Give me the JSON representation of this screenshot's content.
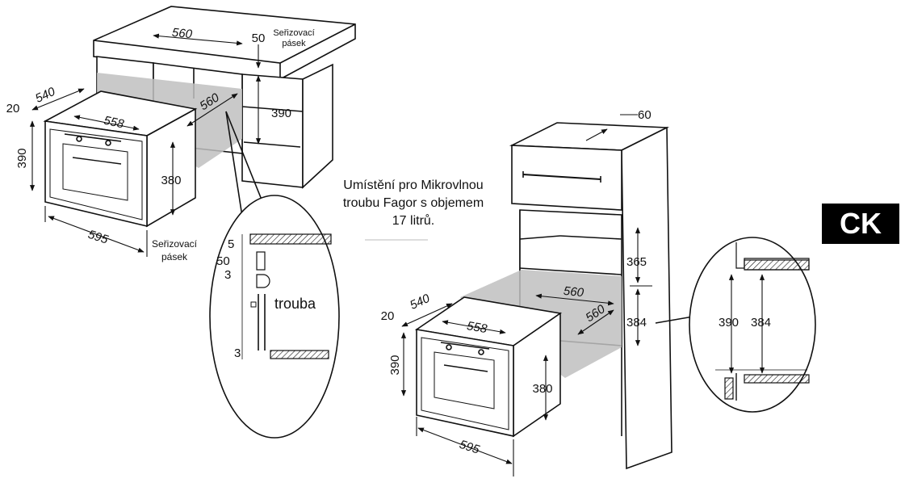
{
  "badge": "CK",
  "caption": {
    "line1": "Umístění pro Mikrovlnou",
    "line2": "troubu Fagor s objemem",
    "line3": "17 litrů."
  },
  "left_figure": {
    "cabinet_width": "560",
    "cabinet_depth": "560",
    "gap_top": "50",
    "opening_height": "390",
    "strip_label_1": "Seřizovací",
    "strip_label_2": "pásek",
    "oven_depth": "540",
    "oven_front_offset": "20",
    "oven_width": "558",
    "oven_height": "390",
    "oven_inner_height": "380",
    "oven_total_width": "595",
    "strip2_label_1": "Seřizovací",
    "strip2_label_2": "pásek"
  },
  "detail_left": {
    "dim_5": "5",
    "dim_50": "50",
    "dim_3_top": "3",
    "dim_3_bottom": "3",
    "label": "trouba"
  },
  "right_figure": {
    "top_depth": "60",
    "niche_height_upper": "365",
    "niche_width": "560",
    "niche_depth": "560",
    "niche_height": "384",
    "oven_depth": "540",
    "oven_front_offset": "20",
    "oven_width": "558",
    "oven_height": "390",
    "oven_inner_height": "380",
    "oven_total_width": "595"
  },
  "detail_right": {
    "dim_390": "390",
    "dim_384": "384"
  }
}
